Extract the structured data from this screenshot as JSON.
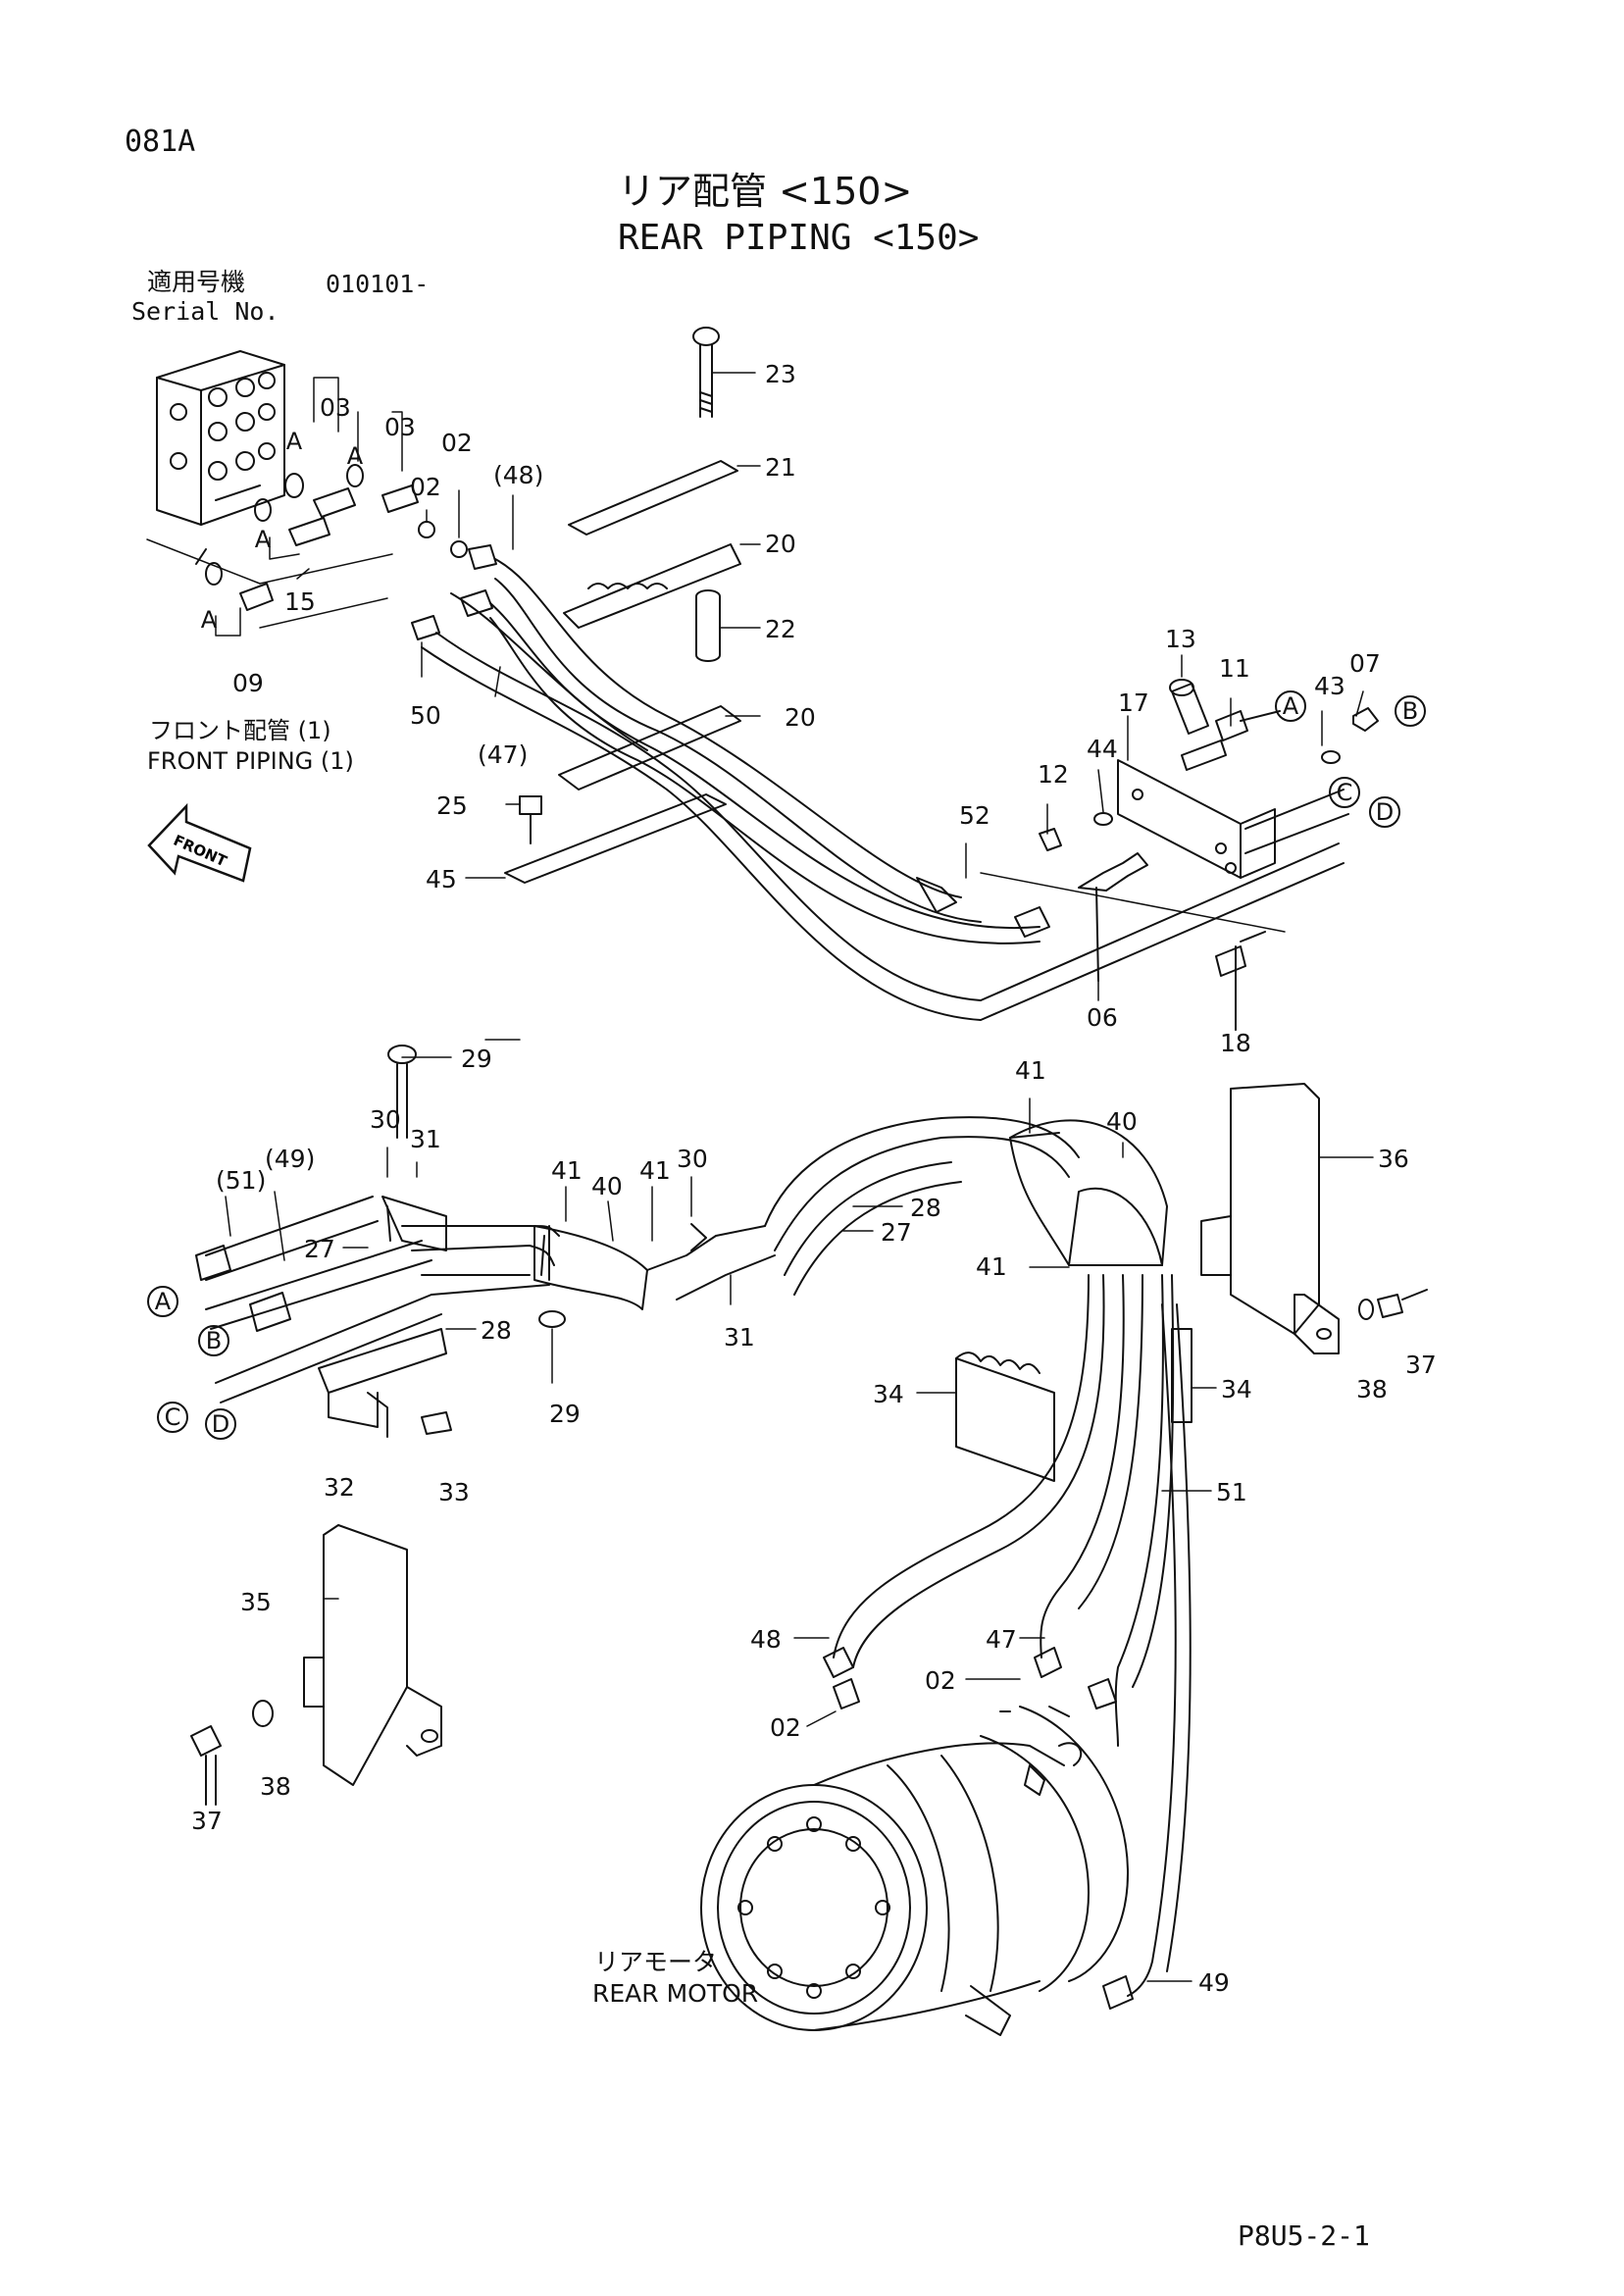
{
  "page_code": "081A",
  "title_jp": "リア配管 <150>",
  "title_en": "REAR PIPING <150>",
  "serial": {
    "label_jp": "適用号機",
    "value": "010101-",
    "label_en": "Serial No."
  },
  "front_piping": {
    "jp": "フロント配管 (1)",
    "en": "FRONT PIPING (1)"
  },
  "front_arrow": "FRONT",
  "rear_motor": {
    "jp": "リアモータ",
    "en": "REAR MOTOR"
  },
  "doc_code": "P8U5-2-1",
  "part_labels": {
    "p03a": "03",
    "p03b": "03",
    "p02a": "02",
    "p02b": "02",
    "p48": "(48)",
    "p15": "15",
    "p09": "09",
    "p50": "50",
    "p47": "(47)",
    "p23": "23",
    "p21": "21",
    "p20a": "20",
    "p22": "22",
    "p20b": "20",
    "p25": "25",
    "p45": "45",
    "p13": "13",
    "p11": "11",
    "p43": "43",
    "p07": "07",
    "p17": "17",
    "p44": "44",
    "p12": "12",
    "p52": "52",
    "p06": "06",
    "p18": "18",
    "p29a": "29",
    "p30a": "30",
    "p31a": "31",
    "p51": "(51)",
    "p49": "(49)",
    "p27a": "27",
    "p28a": "28",
    "p29b": "29",
    "p41a": "41",
    "p40a": "40",
    "p41b": "41",
    "p30b": "30",
    "p31b": "31",
    "p28b": "28",
    "p27b": "27",
    "p41c": "41",
    "p40b": "40",
    "p41d": "41",
    "p32": "32",
    "p33": "33",
    "p36": "36",
    "p37a": "37",
    "p38a": "38",
    "p34a": "34",
    "p34b": "34",
    "p51b": "51",
    "p35": "35",
    "p38b": "38",
    "p37b": "37",
    "p48b": "48",
    "p47b": "47",
    "p02c": "02",
    "p02d": "02",
    "p49b": "49"
  },
  "connector_labels": {
    "a1": "A",
    "a2": "A",
    "a3": "A",
    "a4": "A",
    "a_right": "A",
    "b_right": "B",
    "c_right": "C",
    "d_right": "D",
    "a_left": "A",
    "b_left": "B",
    "c_left": "C",
    "d_left": "D"
  }
}
